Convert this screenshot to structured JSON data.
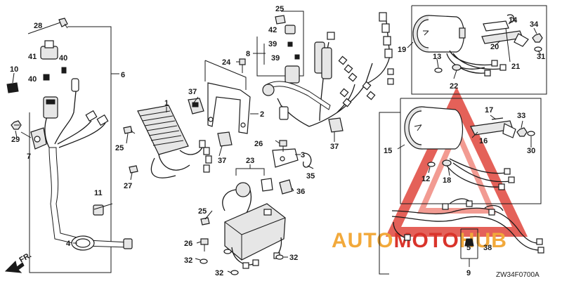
{
  "diagram": {
    "drawing_code": "ZW34F0700A",
    "direction_marker": "FR.",
    "watermark": {
      "part1": "AUTO",
      "part2": "MOTO",
      "part3": "HUB"
    },
    "labels": [
      "1",
      "2",
      "3",
      "4",
      "5",
      "6",
      "7",
      "8",
      "9",
      "10",
      "11",
      "12",
      "13",
      "14",
      "15",
      "16",
      "17",
      "18",
      "19",
      "20",
      "21",
      "22",
      "23",
      "24",
      "25",
      "26",
      "27",
      "28",
      "29",
      "30",
      "31",
      "32",
      "33",
      "34",
      "35",
      "36",
      "37",
      "38",
      "39",
      "40",
      "41",
      "42"
    ],
    "colors": {
      "line": "#1a1a1a",
      "watermark_red": "#d9342b",
      "watermark_orange": "#f2a93b"
    }
  }
}
